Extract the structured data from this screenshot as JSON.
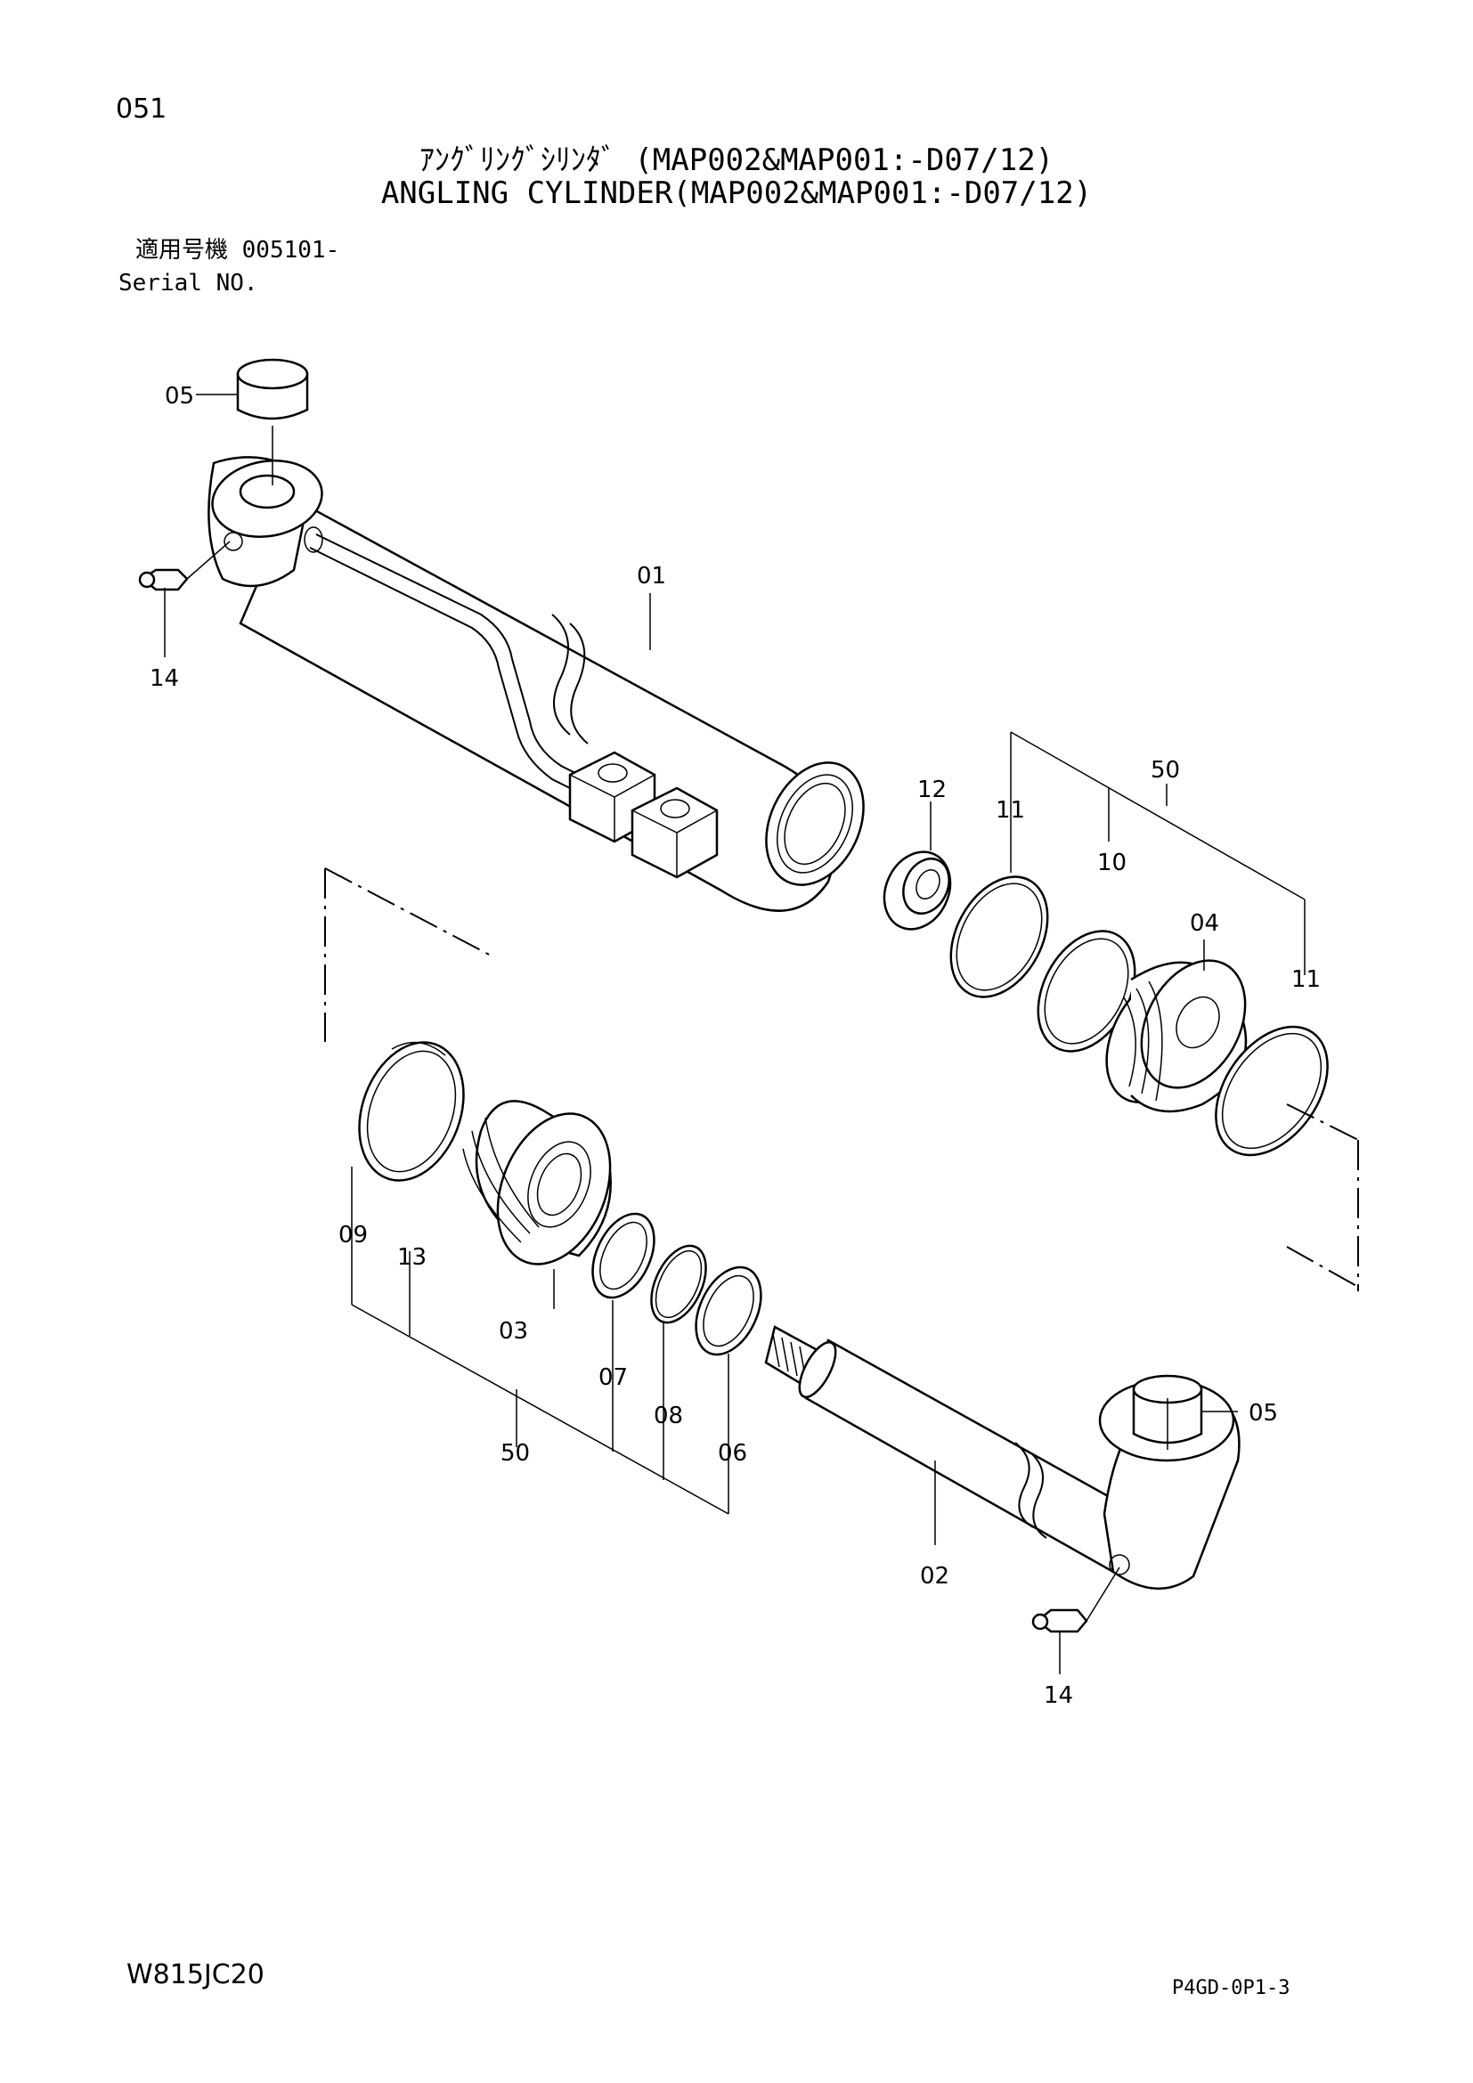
{
  "header": {
    "page_number": "051",
    "title_jp": "ｱﾝｸﾞﾘﾝｸﾞｼﾘﾝﾀﾞ (MAP002&MAP001:-D07/12)",
    "title_en": "ANGLING CYLINDER(MAP002&MAP001:-D07/12)",
    "serial_jp": "適用号機 005101-",
    "serial_en": "Serial NO."
  },
  "callouts": {
    "c05_top": "05",
    "c14_top": "14",
    "c01": "01",
    "c12": "12",
    "c11_a": "11",
    "c50_top": "50",
    "c10": "10",
    "c04": "04",
    "c11_b": "11",
    "c09": "09",
    "c13": "13",
    "c03": "03",
    "c07": "07",
    "c08": "08",
    "c06": "06",
    "c50_bottom": "50",
    "c05_bottom": "05",
    "c02": "02",
    "c14_bottom": "14"
  },
  "footer": {
    "model": "W815JC20",
    "sheet_code": "P4GD-0P1-3"
  }
}
